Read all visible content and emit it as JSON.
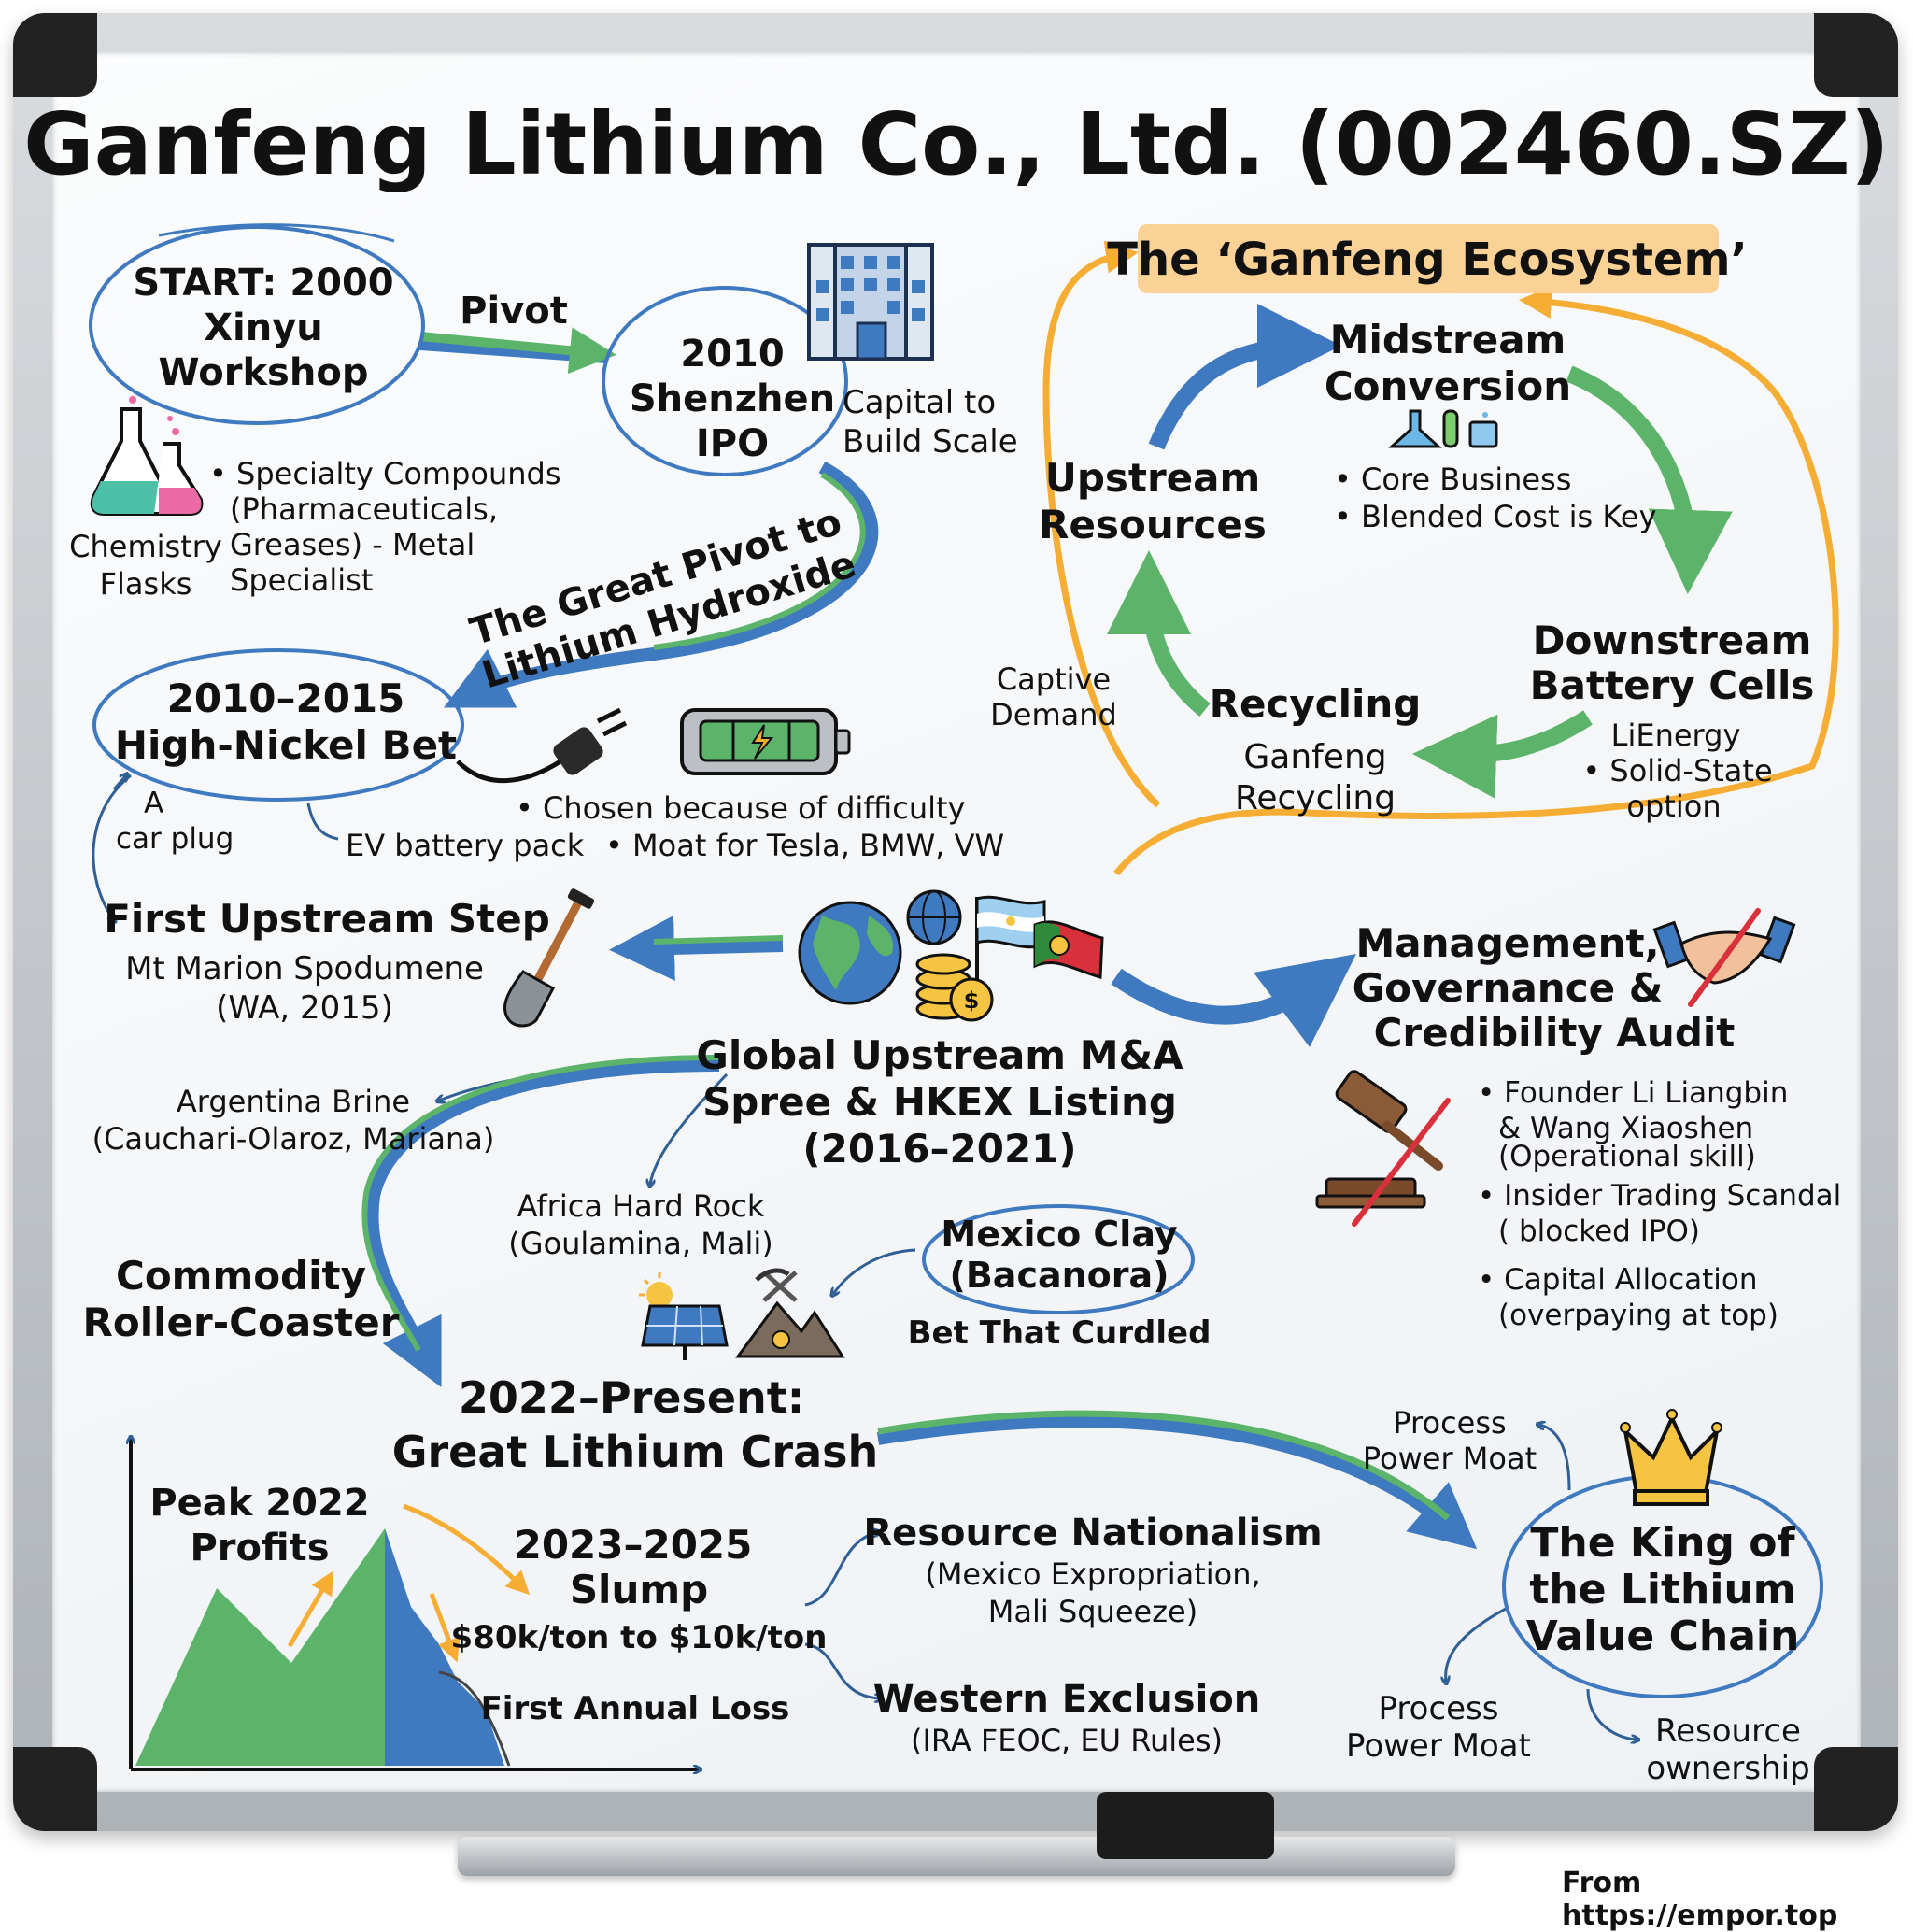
{
  "title": "Ganfeng Lithium Co., Ltd. (002460.SZ)",
  "nodes": {
    "start": [
      "START: 2000",
      "Xinyu",
      "Workshop"
    ],
    "pivot_label": "Pivot",
    "ipo": [
      "2010",
      "Shenzhen",
      "IPO"
    ],
    "ipo_note": [
      "Capital to",
      "Build Scale"
    ],
    "specialty": [
      "• Specialty Compounds",
      "(Pharmaceuticals,",
      "Greases) - Metal",
      "Specialist"
    ],
    "flasks_label": [
      "Chemistry",
      "Flasks"
    ],
    "great_pivot": [
      "The Great Pivot to",
      "Lithium Hydroxide"
    ],
    "high_nickel": [
      "2010–2015",
      "High-Nickel Bet"
    ],
    "car_plug": [
      "A",
      "car plug"
    ],
    "ev_pack": "EV battery pack",
    "difficulty": [
      "• Chosen because of difficulty",
      "• Moat for Tesla, BMW, VW"
    ],
    "first_upstream": "First Upstream Step",
    "mt_marion": [
      "Mt Marion Spodumene",
      "(WA, 2015)"
    ],
    "ecosystem_title": "The ‘Ganfeng Ecosystem’",
    "midstream": [
      "Midstream",
      "Conversion"
    ],
    "midstream_notes": [
      "• Core Business",
      "• Blended Cost is Key"
    ],
    "upstream": [
      "Upstream",
      "Resources"
    ],
    "downstream": [
      "Downstream",
      "Battery Cells"
    ],
    "downstream_notes": [
      "LiEnergy",
      "• Solid-State",
      "option"
    ],
    "captive": [
      "Captive",
      "Demand"
    ],
    "recycling": "Recycling",
    "recycling_notes": [
      "Ganfeng",
      "Recycling"
    ],
    "management": [
      "Management,",
      "Governance &",
      "Credibility Audit"
    ],
    "governance_notes": [
      "• Founder Li Liangbin",
      "& Wang Xiaoshen",
      "(Operational skill)",
      "• Insider Trading Scandal",
      "( blocked IPO)",
      "• Capital Allocation",
      "(overpaying at top)"
    ],
    "global_ma": [
      "Global Upstream M&A",
      "Spree & HKEX Listing",
      "(2016–2021)"
    ],
    "argentina": [
      "Argentina Brine",
      "(Cauchari-Olaroz, Mariana)"
    ],
    "africa": [
      "Africa Hard Rock",
      "(Goulamina, Mali)"
    ],
    "mexico": [
      "Mexico Clay",
      "(Bacanora)"
    ],
    "mexico_note": "Bet That Curdled",
    "rollercoaster": [
      "Commodity",
      "Roller-Coaster"
    ],
    "crash": [
      "2022–Present:",
      "Great Lithium Crash"
    ],
    "peak": [
      "Peak 2022",
      "Profits"
    ],
    "slump": [
      "2023–2025",
      "Slump",
      "$80k/ton to $10k/ton"
    ],
    "first_loss": "First Annual Loss",
    "nationalism": [
      "Resource Nationalism",
      "(Mexico Expropriation,",
      "Mali Squeeze)"
    ],
    "western": [
      "Western Exclusion",
      "(IRA FEOC, EU Rules)"
    ],
    "king": [
      "The King of",
      "the Lithium",
      "Value Chain"
    ],
    "process_top": [
      "Process",
      "Power Moat"
    ],
    "process_bottom": [
      "Process",
      "Power Moat"
    ],
    "resource_ownership": [
      "Resource",
      "ownership"
    ]
  },
  "colors": {
    "blue": "#3f79bf",
    "green": "#5cb46a",
    "orange": "#f5ad33",
    "ink": "#111111",
    "ecosystem_bg": "#fbd296",
    "red": "#d9313b"
  },
  "icons": [
    "flasks-icon",
    "office-building-icon",
    "car-plug-icon",
    "battery-pack-icon",
    "test-tubes-icon",
    "shovel-icon",
    "globe-icon",
    "coins-icon",
    "argentina-flag-icon",
    "portugal-flag-icon",
    "handshake-crossed-icon",
    "gavel-crossed-icon",
    "solar-panel-icon",
    "mine-icon",
    "crown-icon"
  ],
  "credit": "From https://empor.top"
}
